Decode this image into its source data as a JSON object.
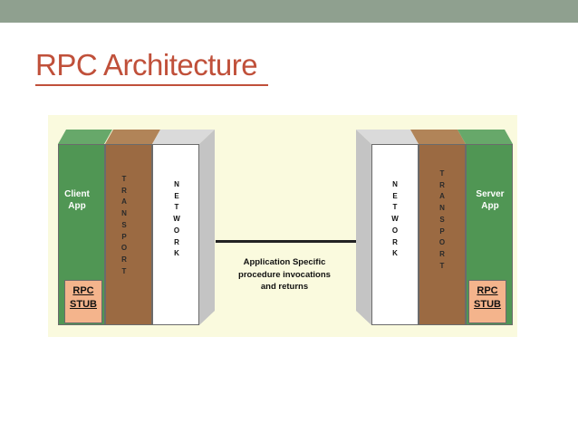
{
  "slide": {
    "title": "RPC Architecture"
  },
  "diagram": {
    "left": {
      "app_label_line1": "Client",
      "app_label_line2": "App",
      "transport_text": "TRANSPORT",
      "network_text": "NETWORK",
      "stub_line1": "RPC",
      "stub_line2": "STUB"
    },
    "right": {
      "app_label_line1": "Server",
      "app_label_line2": "App",
      "transport_text": "TRANSPORT",
      "network_text": "NETWORK",
      "stub_line1": "RPC",
      "stub_line2": "STUB"
    },
    "caption": {
      "line1": "Application Specific",
      "line2": "procedure invocations",
      "line3": "and returns"
    }
  },
  "colors": {
    "title": "#c0503a",
    "top_bar": "#8fa08f",
    "diagram_background": "#fafade",
    "app_green": "#509654",
    "transport_brown": "#9b6a42",
    "network_white": "#ffffff",
    "stub_orange": "#f4b48c"
  }
}
